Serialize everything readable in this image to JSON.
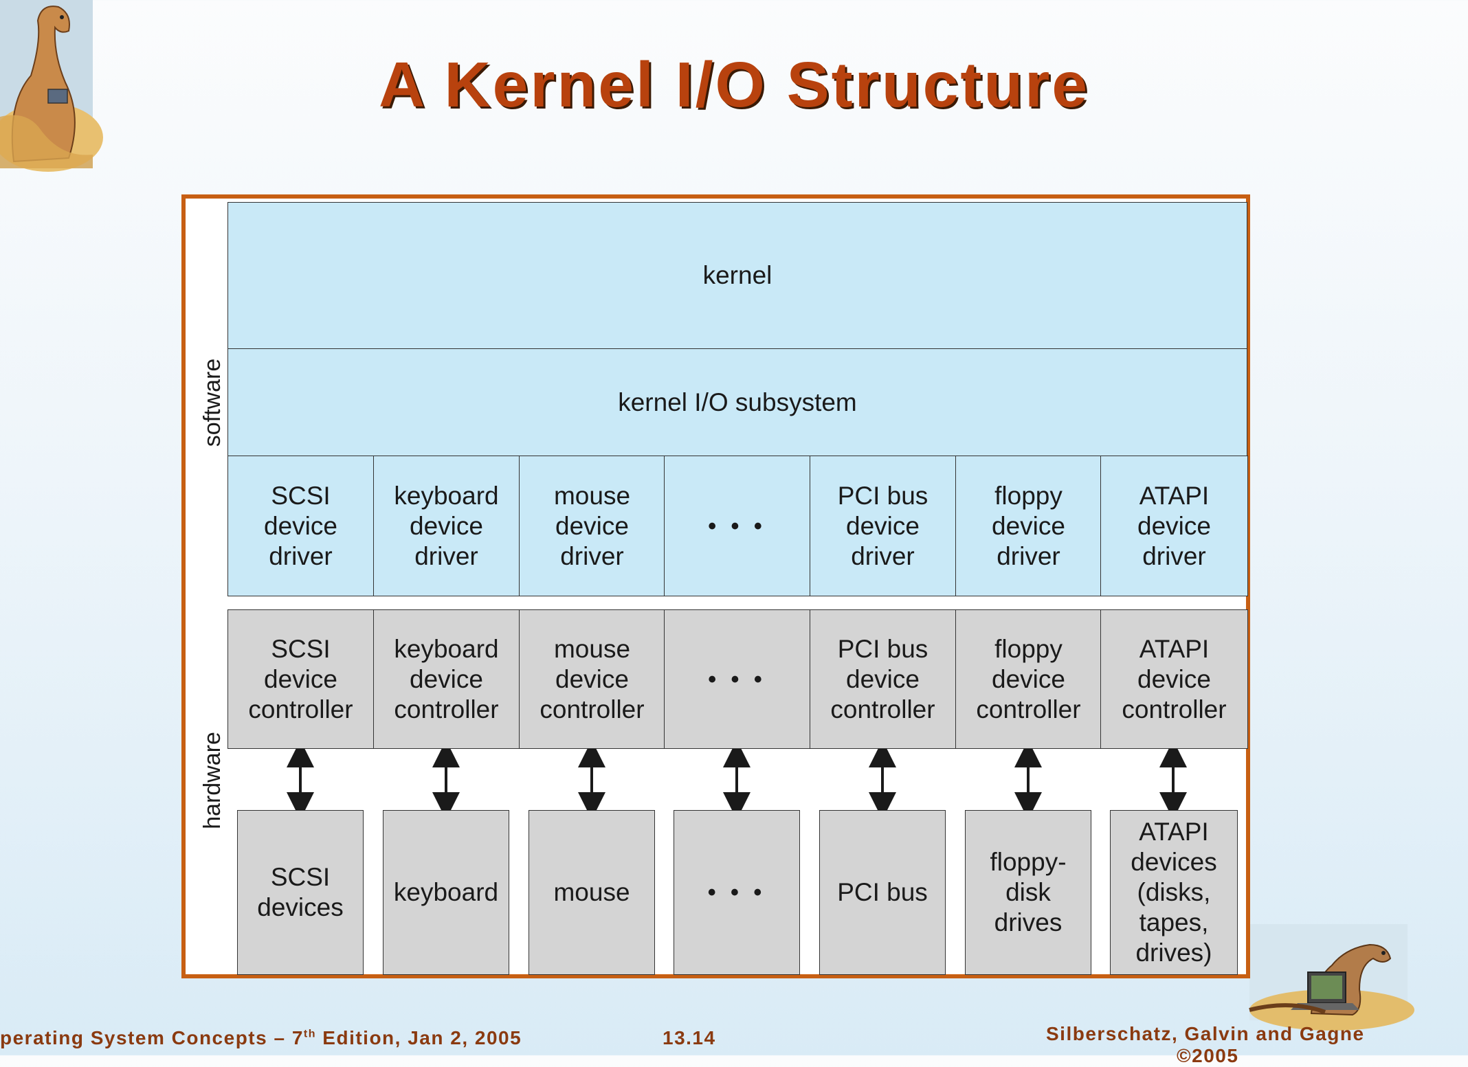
{
  "title": "A Kernel I/O Structure",
  "diagram": {
    "side_labels": {
      "software": "software",
      "hardware": "hardware"
    },
    "kernel": "kernel",
    "io_subsystem": "kernel I/O subsystem",
    "drivers": [
      [
        "SCSI",
        "device",
        "driver"
      ],
      [
        "keyboard",
        "device",
        "driver"
      ],
      [
        "mouse",
        "device",
        "driver"
      ],
      [
        "• • •"
      ],
      [
        "PCI bus",
        "device",
        "driver"
      ],
      [
        "floppy",
        "device",
        "driver"
      ],
      [
        "ATAPI",
        "device",
        "driver"
      ]
    ],
    "controllers": [
      [
        "SCSI",
        "device",
        "controller"
      ],
      [
        "keyboard",
        "device",
        "controller"
      ],
      [
        "mouse",
        "device",
        "controller"
      ],
      [
        "• • •"
      ],
      [
        "PCI bus",
        "device",
        "controller"
      ],
      [
        "floppy",
        "device",
        "controller"
      ],
      [
        "ATAPI",
        "device",
        "controller"
      ]
    ],
    "devices": [
      [
        "SCSI",
        "devices"
      ],
      [
        "keyboard"
      ],
      [
        "mouse"
      ],
      [
        "• • •"
      ],
      [
        "PCI bus"
      ],
      [
        "floppy-",
        "disk",
        "drives"
      ],
      [
        "ATAPI",
        "devices",
        "(disks,",
        "tapes,",
        "drives)"
      ]
    ]
  },
  "footer": {
    "left_prefix": "perating System Concepts – 7",
    "left_sup": "th",
    "left_suffix": " Edition, Jan 2, 2005",
    "center": "13.14",
    "right_line1": "Silberschatz, Galvin and Gagne",
    "right_line2": "©2005"
  },
  "colors": {
    "title": "#b8420e",
    "frame_border": "#c75f13",
    "software_fill": "#c9e9f7",
    "hardware_fill": "#d4d4d4",
    "footer_text": "#8a3a10"
  }
}
